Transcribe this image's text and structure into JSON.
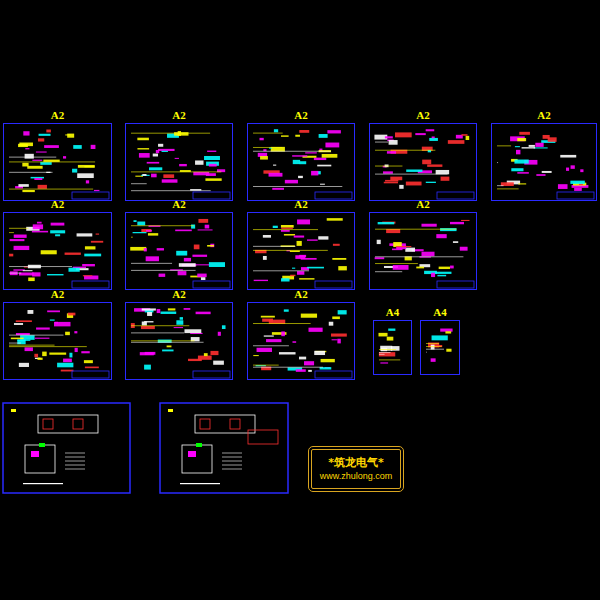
{
  "diagram": {
    "nodes": [
      {
        "text": [
          "A2"
        ]
      },
      {
        "text": [
          "A2"
        ]
      },
      {
        "text": [
          "A2"
        ]
      },
      {
        "text": [
          "A2"
        ]
      },
      {
        "text": [
          "A2"
        ]
      },
      {
        "text": [
          "A2"
        ]
      },
      {
        "text": [
          "A2"
        ]
      },
      {
        "text": [
          "A2"
        ]
      },
      {
        "text": [
          "A2"
        ]
      },
      {
        "text": [
          "A2"
        ]
      },
      {
        "text": [
          "A2"
        ]
      },
      {
        "text": [
          "A2"
        ]
      },
      {
        "text": [
          "A4"
        ]
      },
      {
        "text": [
          "A4"
        ]
      },
      {
        "text": [
          "*筑龙电气*",
          "www.zhulong.com"
        ]
      }
    ]
  }
}
